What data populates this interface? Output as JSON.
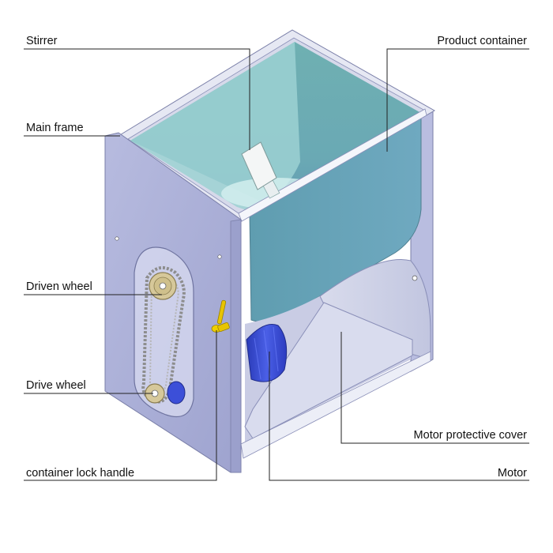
{
  "labels": {
    "stirrer": "Stirrer",
    "product_container": "Product container",
    "main_frame": "Main frame",
    "driven_wheel": "Driven wheel",
    "drive_wheel": "Drive wheel",
    "container_lock_handle": "container lock handle",
    "motor_protective_cover": "Motor protective cover",
    "motor": "Motor"
  },
  "colors": {
    "frame_side": "#a9aed6",
    "frame_edge": "#7a7fa8",
    "container_inner": "#7fb8b9",
    "container_light": "#b9dfe0",
    "motor": "#3c4fd8",
    "handle": "#e8c400",
    "chain": "#9a9a9a"
  }
}
